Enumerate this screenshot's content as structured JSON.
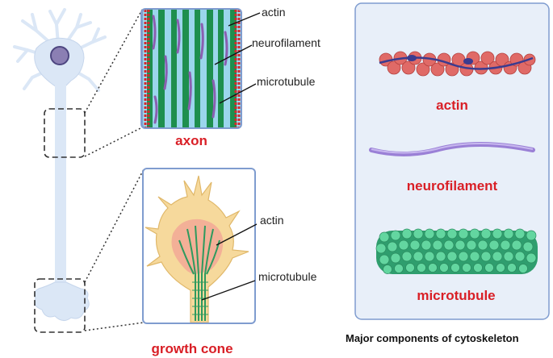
{
  "axon_panel": {
    "callouts": [
      "actin",
      "neurofilament",
      "microtubule"
    ],
    "caption": "axon"
  },
  "growth_cone_panel": {
    "callouts": [
      "actin",
      "microtubule"
    ],
    "caption": "growth cone"
  },
  "components_panel": {
    "items": [
      "actin",
      "neurofilament",
      "microtubule"
    ],
    "caption": "Major components of cytoskeleton"
  },
  "colors": {
    "neuron": "#dbe7f6",
    "panel_border": "#7f9ccf",
    "panel_fill": "#e8eff9",
    "label_red": "#d91f26",
    "actin": "#e06a67",
    "neurofilament": "#9a80d6",
    "microtubule": "#3bbf8c"
  }
}
